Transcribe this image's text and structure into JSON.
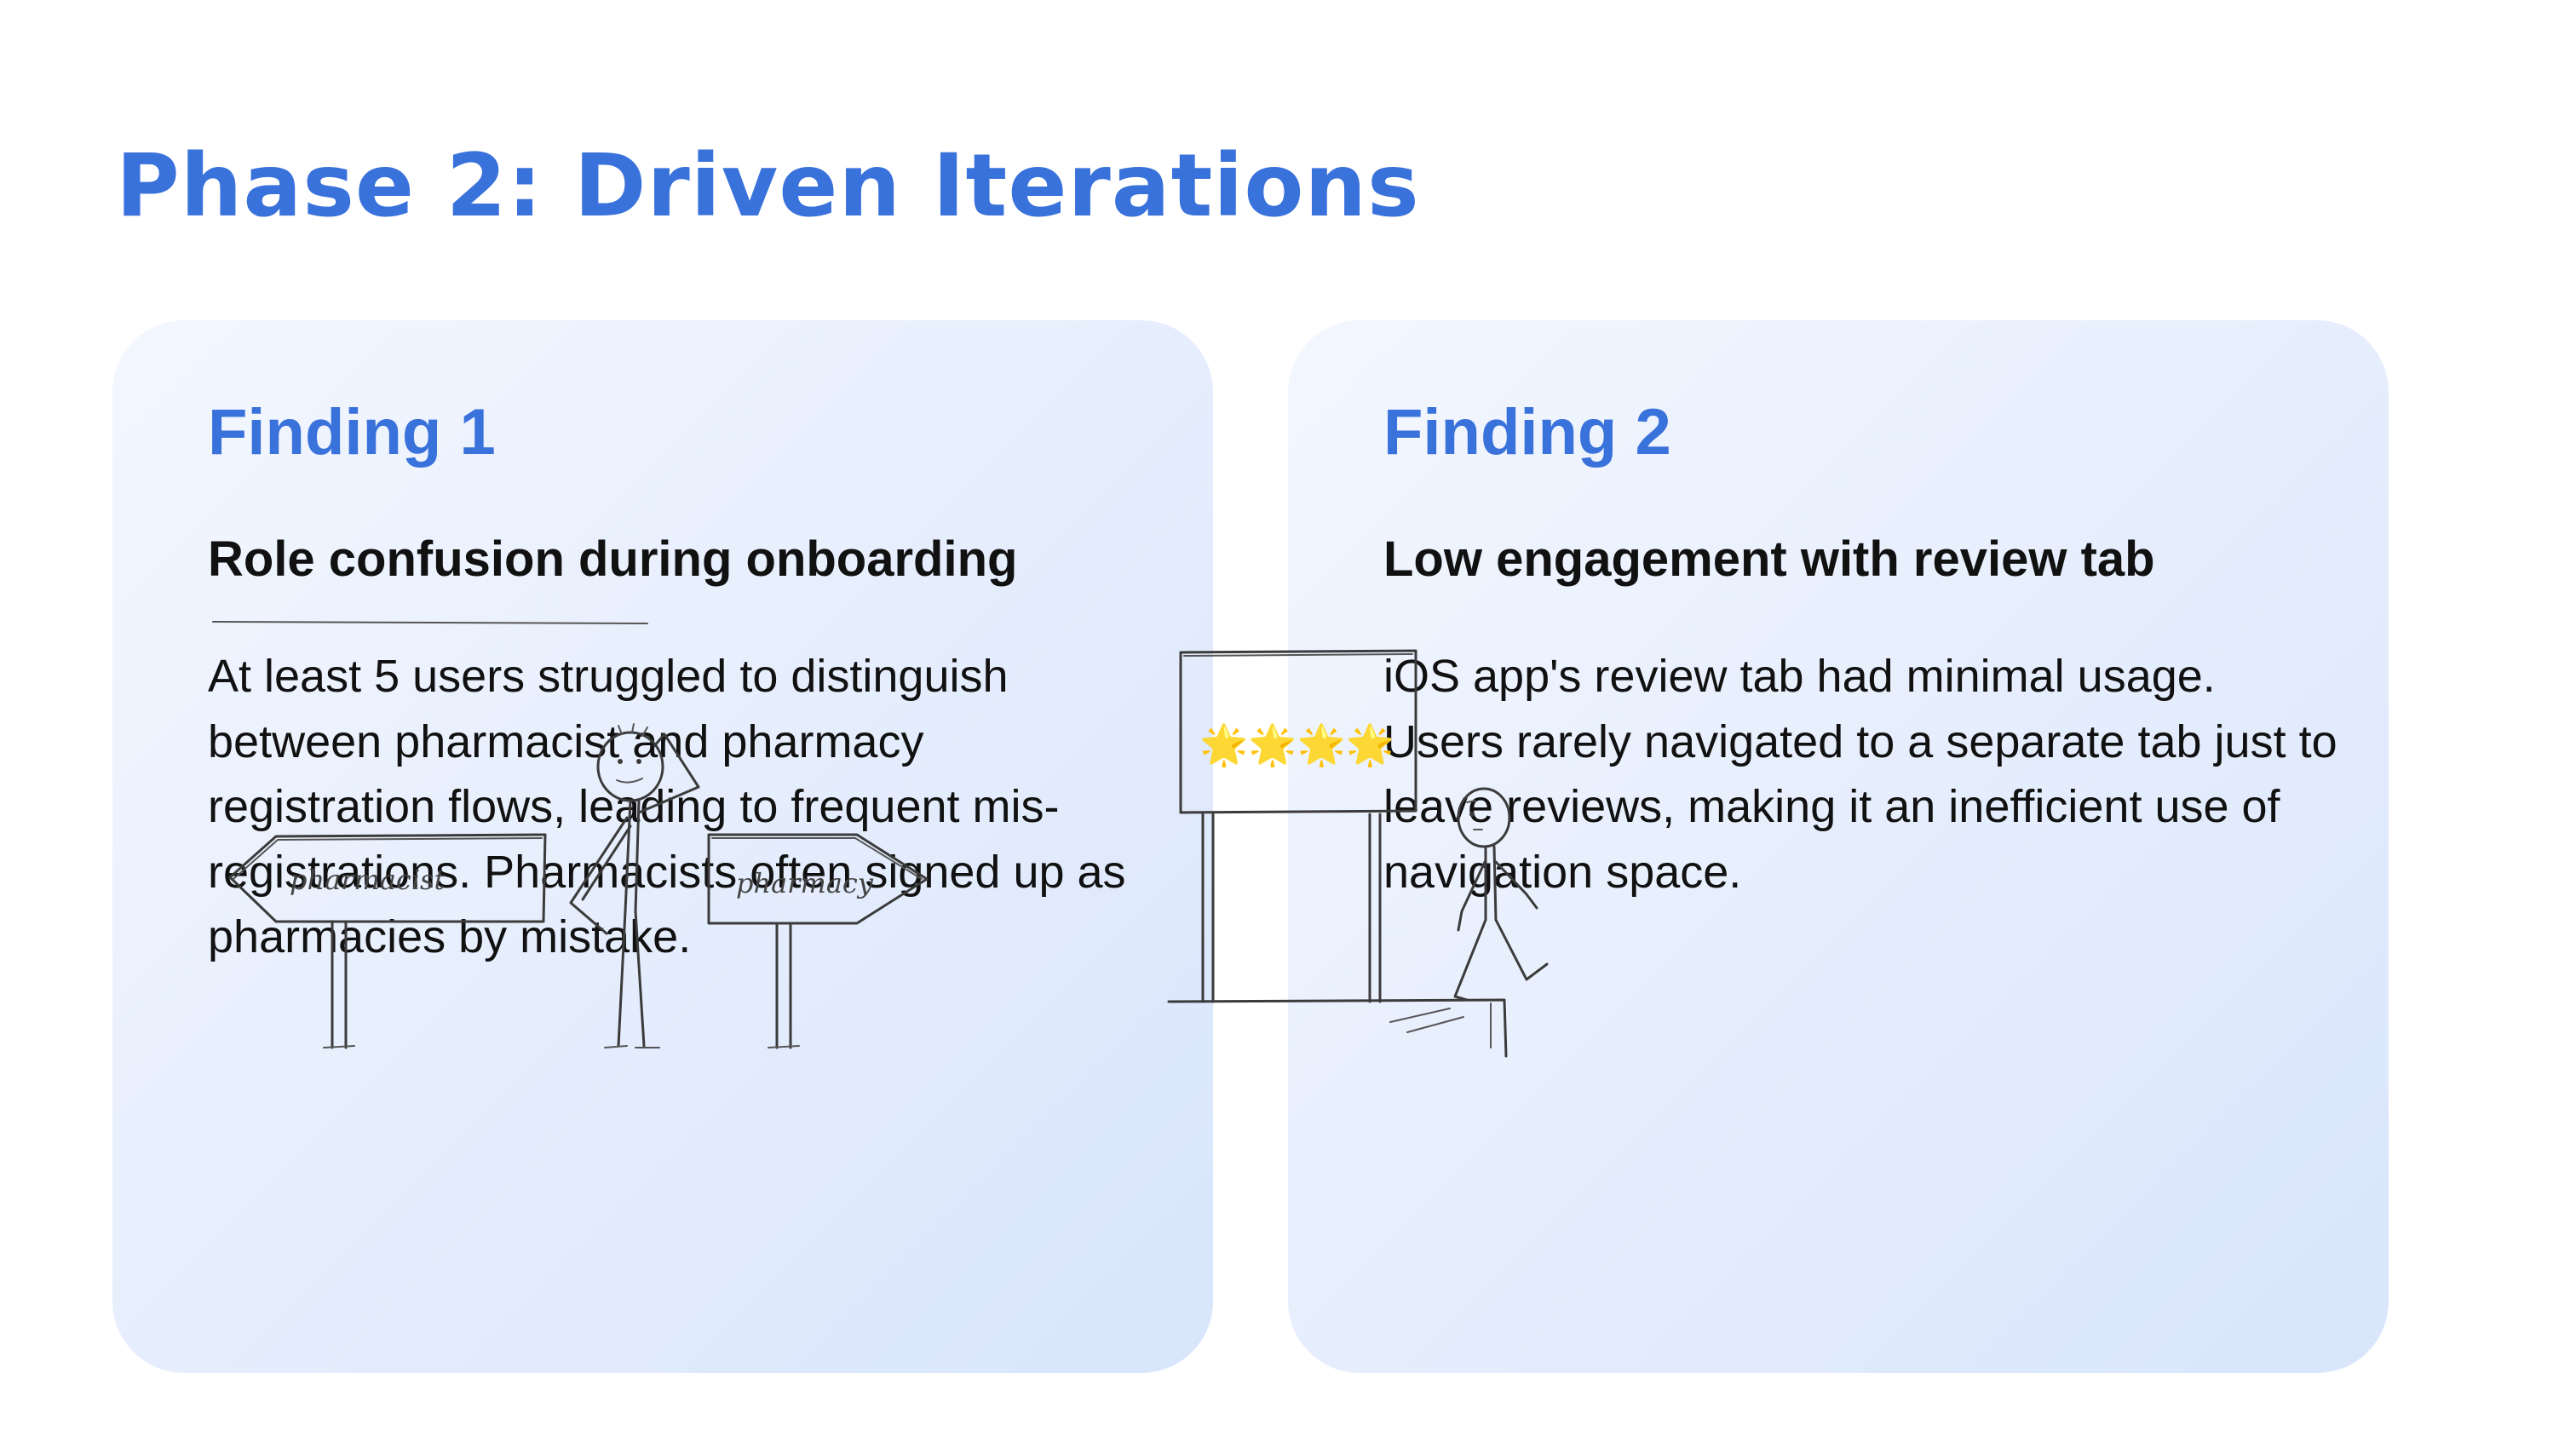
{
  "page": {
    "title": "Phase 2: Driven Iterations"
  },
  "findings": [
    {
      "heading": "Finding 1",
      "subheading": "Role confusion during onboarding",
      "body": "At least 5 users struggled to distinguish between pharmacist and pharmacy registration flows, leading to frequent mis-registrations. Pharmacists often signed up as pharmacies by mistake.",
      "illustration": {
        "left_sign": "pharmacist",
        "right_sign": "pharmacy"
      }
    },
    {
      "heading": "Finding 2",
      "subheading": "Low engagement with review tab",
      "body": "iOS app's review tab had minimal usage. Users rarely navigated to a separate tab just to leave reviews, making it an inefficient use of navigation space.",
      "illustration": {
        "stars": "🌟🌟🌟🌟"
      }
    }
  ],
  "colors": {
    "accent": "#3a72db",
    "text": "#111111",
    "card_start": "#f3f7fe",
    "card_end": "#d8e5fb"
  }
}
